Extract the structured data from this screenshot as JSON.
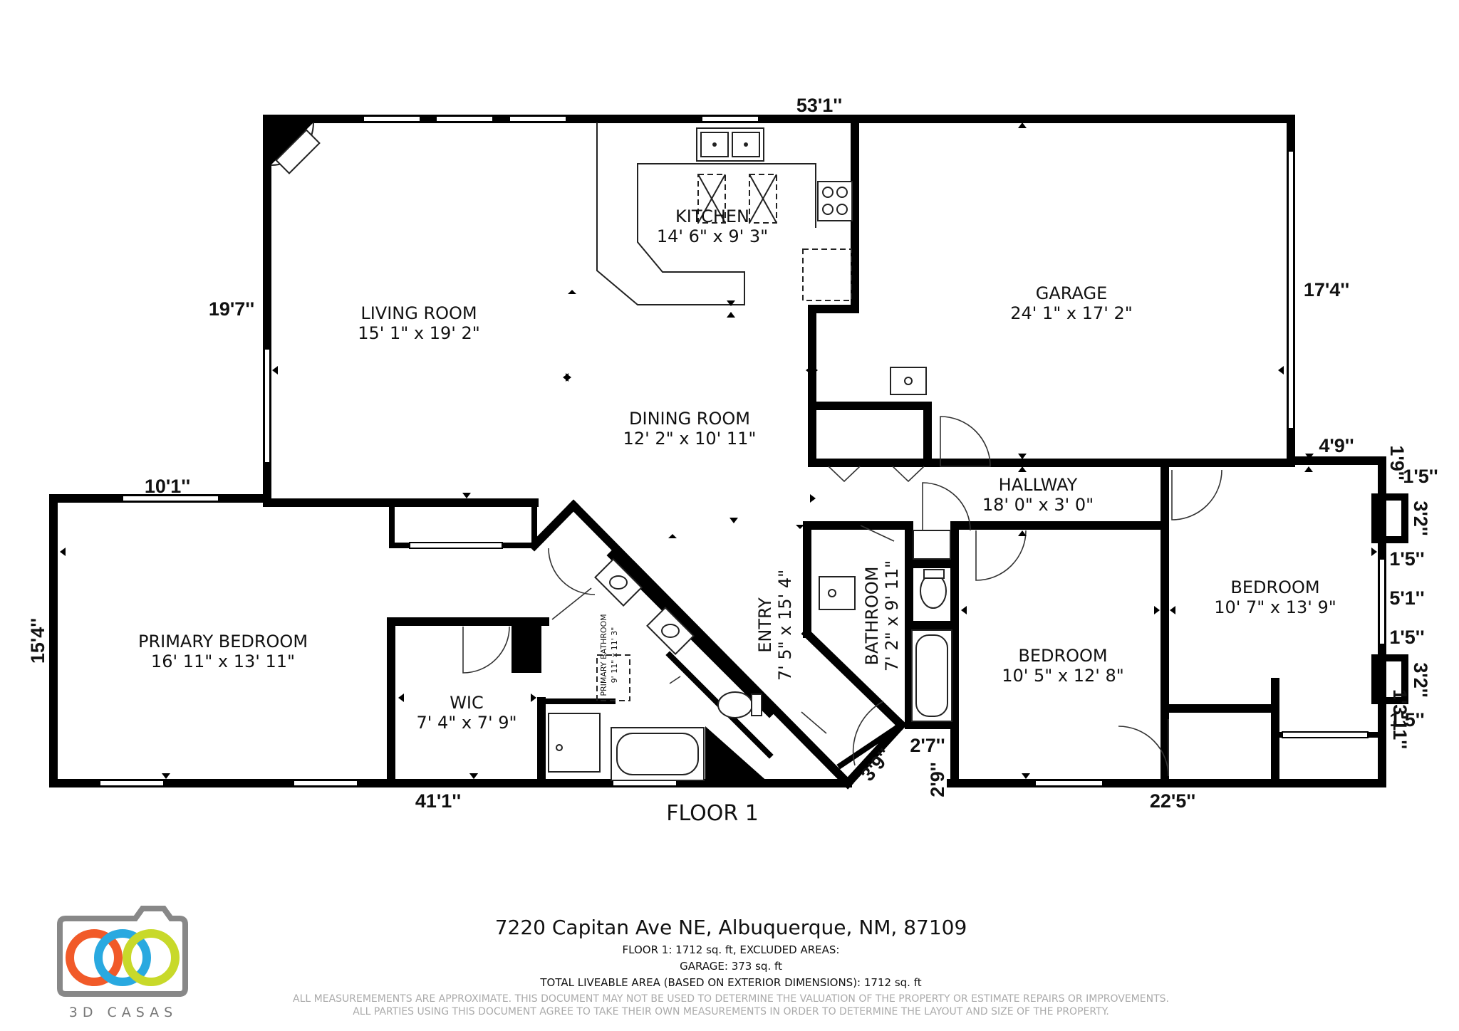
{
  "rooms": {
    "kitchen": {
      "name": "KITCHEN",
      "size": "14' 6\" x 9' 3\""
    },
    "living_room": {
      "name": "LIVING ROOM",
      "size": "15' 1\" x 19' 2\""
    },
    "dining_room": {
      "name": "DINING ROOM",
      "size": "12' 2\" x 10' 11\""
    },
    "garage": {
      "name": "GARAGE",
      "size": "24' 1\" x 17' 2\""
    },
    "hallway": {
      "name": "HALLWAY",
      "size": "18' 0\" x 3' 0\""
    },
    "primary_bedroom": {
      "name": "PRIMARY BEDROOM",
      "size": "16' 11\" x 13' 11\""
    },
    "wic": {
      "name": "WIC",
      "size": "7' 4\" x 7' 9\""
    },
    "primary_bathroom": {
      "name": "PRIMARY BATHROOM",
      "size": "9' 11\" x 11' 3\""
    },
    "entry": {
      "name": "ENTRY",
      "size": "7' 5\" x 15' 4\""
    },
    "bathroom": {
      "name": "BATHROOM",
      "size": "7' 2\" x 9' 11\""
    },
    "bedroom_center": {
      "name": "BEDROOM",
      "size": "10' 5\" x 12' 8\""
    },
    "bedroom_right": {
      "name": "BEDROOM",
      "size": "10' 7\" x 13' 9\""
    }
  },
  "dimensions": {
    "top": "53'1''",
    "left_upper": "19'7''",
    "garage_right": "17'4''",
    "primary_top": "10'1''",
    "primary_left": "15'4''",
    "bottom_left": "41'1''",
    "entry_diag": "3'9''",
    "entry_small": "2'7''",
    "entry_vert": "2'9''",
    "bottom_right": "22'5''",
    "step_top": "4'9''",
    "right_1": "1'9''",
    "right_2": "1'5''",
    "right_3": "3'2''",
    "right_4": "1'5''",
    "right_5": "5'1''",
    "right_6": "1'5''",
    "right_7": "3'2''",
    "right_8": "1'5''",
    "right_9": "1'3'11''"
  },
  "floor_label": "FLOOR 1",
  "footer": {
    "address": "7220 Capitan Ave NE, Albuquerque, NM, 87109",
    "line1": "FLOOR 1: 1712 sq. ft, EXCLUDED AREAS:",
    "line2": "GARAGE: 373 sq. ft",
    "line3": "TOTAL LIVEABLE AREA (BASED ON EXTERIOR DIMENSIONS): 1712 sq. ft",
    "disclaimer1": "ALL MEASUREMEMENTS ARE APPROXIMATE. THIS DOCUMENT MAY NOT BE USED TO DETERMINE THE VALUATION OF THE PROPERTY OR ESTIMATE REPAIRS OR IMPROVEMENTS.",
    "disclaimer2": "ALL PARTIES USING THIS DOCUMENT AGREE TO TAKE THEIR OWN MEASUREMENTS IN ORDER TO DETERMINE THE LAYOUT AND SIZE OF THE PROPERTY."
  },
  "logo": {
    "text": "3D CASAS",
    "colors": [
      "#f15a29",
      "#29a9e0",
      "#c8d92a"
    ]
  }
}
